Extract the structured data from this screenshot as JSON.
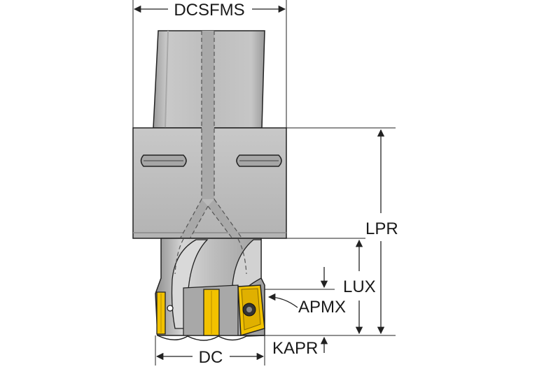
{
  "diagram": {
    "labels": {
      "dcsfms": "DCSFMS",
      "lpr": "LPR",
      "lux": "LUX",
      "apmx": "APMX",
      "kapr": "KAPR",
      "dc": "DC"
    },
    "colors": {
      "body": "#bdbdbd",
      "body_dark": "#8f8f8f",
      "body_light": "#e2e2e2",
      "outline": "#222222",
      "coolant_channel": "#9a9a9a",
      "insert": "#f2c200",
      "insert_dark": "#b88f00",
      "dimension_line": "#222222"
    }
  }
}
